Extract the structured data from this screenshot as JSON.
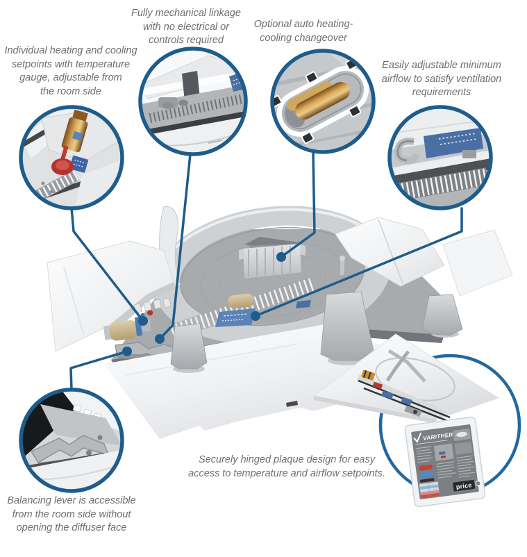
{
  "palette": {
    "accent_blue": "#1e5c8b",
    "caption_gray": "#6d6e70",
    "device_light": "#f2f3f4",
    "device_mid": "#cfd2d5",
    "device_dark": "#55585c",
    "brass": "#c89045",
    "label_blue": "#4a6fa5",
    "warm_red": "#b5332c"
  },
  "captions": {
    "heating_setpoints": {
      "lines": [
        "Individual heating and cooling",
        "setpoints with temperature",
        "gauge, adjustable from",
        "the room side"
      ]
    },
    "mechanical_linkage": {
      "lines": [
        "Fully mechanical linkage",
        "with no electrical or",
        "controls required"
      ]
    },
    "auto_changeover": {
      "lines": [
        "Optional auto heating-",
        "cooling changeover"
      ]
    },
    "minimum_airflow": {
      "lines": [
        "Easily adjustable minimum",
        "airflow to satisfy ventilation",
        "requirements"
      ]
    },
    "balancing_lever": {
      "lines": [
        "Balancing lever is accessible",
        "from the room side without",
        "opening the diffuser face"
      ]
    },
    "hinged_plaque": {
      "lines": [
        "Securely hinged plaque design for easy",
        "access to temperature and airflow setpoints."
      ]
    }
  },
  "inset": {
    "plaque_brand": "VARITHERM",
    "plaque_logo": "price"
  }
}
